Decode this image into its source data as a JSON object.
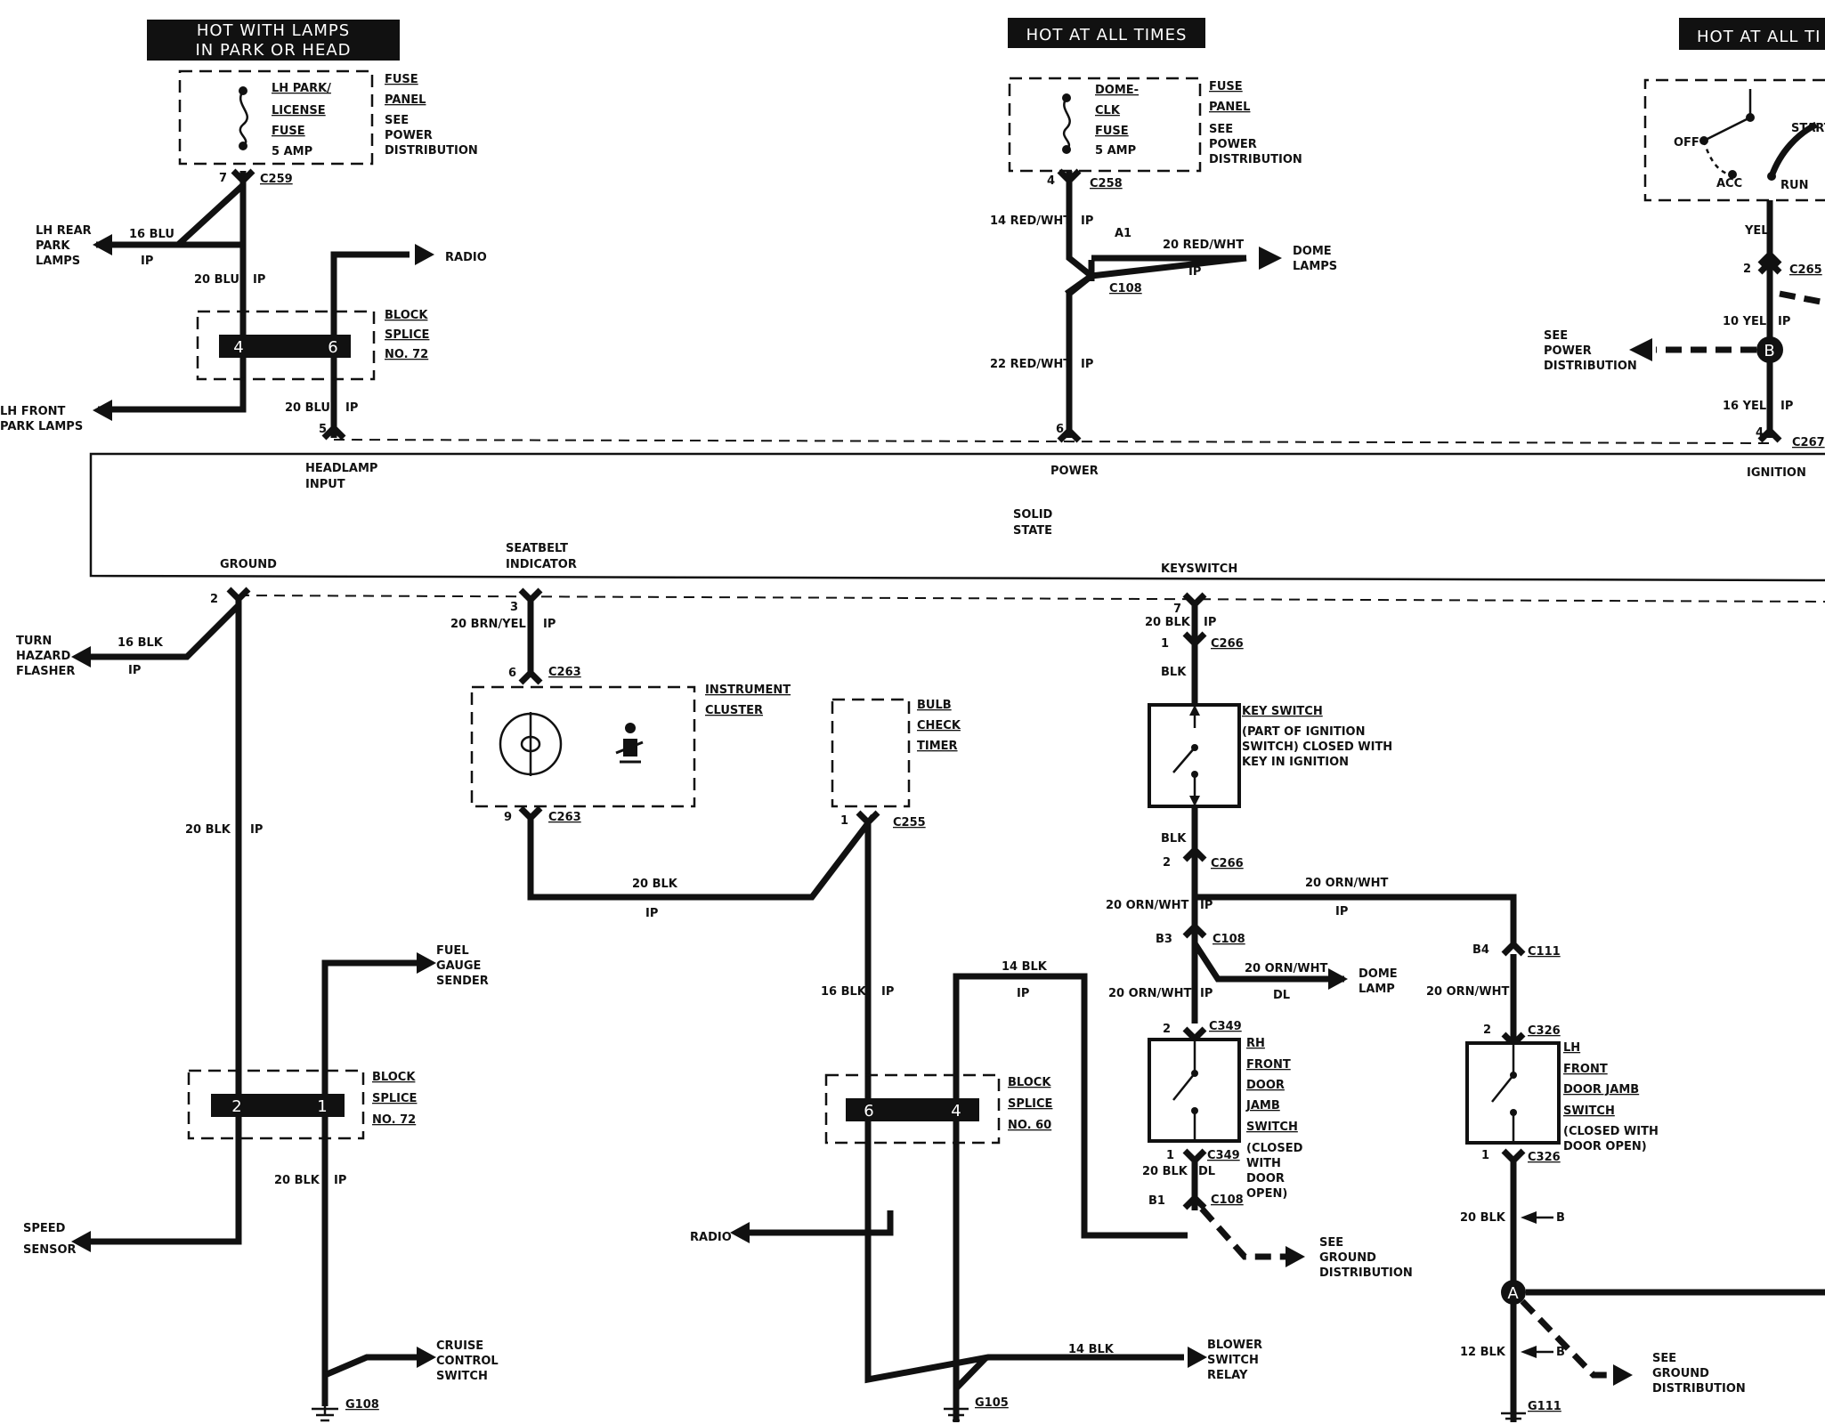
{
  "headers": {
    "park_head": [
      "HOT WITH LAMPS",
      "IN PARK OR HEAD"
    ],
    "all_times_1": "HOT AT ALL TIMES",
    "all_times_2": "HOT AT ALL TI"
  },
  "fuses": {
    "lh_park": {
      "lines": [
        "LH PARK/",
        "LICENSE",
        "FUSE",
        "5 AMP"
      ]
    },
    "dome_clk": {
      "lines": [
        "DOME-",
        "CLK",
        "FUSE",
        "5 AMP"
      ]
    },
    "fuse_panel_lines": [
      "FUSE",
      "PANEL",
      "SEE",
      "POWER",
      "DISTRIBUTION"
    ]
  },
  "ignition_switch": {
    "off": "OFF",
    "acc": "ACC",
    "run": "RUN",
    "start": "START"
  },
  "connectors": {
    "c259": "C259",
    "c258": "C258",
    "c265": "C265",
    "c267": "C267",
    "c108": "C108",
    "c263": "C263",
    "c255": "C255",
    "c266": "C266",
    "c111": "C111",
    "c349": "C349",
    "c326": "C326"
  },
  "pins": {
    "p7": "7",
    "p4": "4",
    "p2": "2",
    "p5": "5",
    "p6": "6",
    "p3": "3",
    "p9": "9",
    "p1": "1",
    "a1": "A1",
    "b3": "B3",
    "b4": "B4",
    "b1": "B1"
  },
  "wires": {
    "blu16": "16 BLU",
    "blu20": "20 BLU",
    "ip": "IP",
    "dl": "DL",
    "redwht14": "14 RED/WHT",
    "redwht20": "20 RED/WHT",
    "redwht22": "22 RED/WHT",
    "yel": "YEL",
    "yel10": "10 YEL",
    "yel16": "16 YEL",
    "blk16": "16 BLK",
    "blk20": "20 BLK",
    "blk14": "14 BLK",
    "blk12": "12 BLK",
    "blk": "BLK",
    "brnyel20": "20 BRN/YEL",
    "ornwht20": "20 ORN/WHT"
  },
  "destinations": {
    "lh_rear_park": [
      "LH REAR",
      "PARK",
      "LAMPS"
    ],
    "lh_front_park": [
      "LH FRONT",
      "PARK LAMPS"
    ],
    "radio": "RADIO",
    "dome_lamps": [
      "DOME",
      "LAMPS"
    ],
    "see_power": [
      "SEE",
      "POWER",
      "DISTRIBUTION"
    ],
    "turn_hazard": [
      "TURN",
      "HAZARD",
      "FLASHER"
    ],
    "fuel_gauge": [
      "FUEL",
      "GAUGE",
      "SENDER"
    ],
    "speed_sensor": [
      "SPEED",
      "SENSOR"
    ],
    "cruise_control": [
      "CRUISE",
      "CONTROL",
      "SWITCH"
    ],
    "dome_lamp": [
      "DOME",
      "LAMP"
    ],
    "see_ground": [
      "SEE",
      "GROUND",
      "DISTRIBUTION"
    ],
    "blower_relay": [
      "BLOWER",
      "SWITCH",
      "RELAY"
    ]
  },
  "module": {
    "headlamp_input": [
      "HEADLAMP",
      "INPUT"
    ],
    "power": "POWER",
    "ignition": "IGNITION",
    "solid_state": [
      "SOLID",
      "STATE"
    ],
    "ground": "GROUND",
    "seatbelt_indicator": [
      "SEATBELT",
      "INDICATOR"
    ],
    "keyswitch": "KEYSWITCH"
  },
  "components": {
    "block_splice_72": [
      "BLOCK",
      "SPLICE",
      "NO. 72"
    ],
    "block_splice_60": [
      "BLOCK",
      "SPLICE",
      "NO. 60"
    ],
    "instrument_cluster": [
      "INSTRUMENT",
      "CLUSTER"
    ],
    "bulb_check_timer": [
      "BULB",
      "CHECK",
      "TIMER"
    ],
    "key_switch": [
      "KEY SWITCH",
      "(PART OF IGNITION",
      " SWITCH) CLOSED WITH",
      "KEY IN IGNITION"
    ],
    "rh_door_switch": [
      "RH",
      "FRONT",
      "DOOR",
      "JAMB",
      "SWITCH",
      "(CLOSED",
      " WITH",
      " DOOR",
      " OPEN)"
    ],
    "lh_door_switch": [
      "LH",
      "FRONT",
      "DOOR JAMB",
      "SWITCH",
      "(CLOSED WITH",
      " DOOR OPEN)"
    ]
  },
  "splice_numbers": {
    "s72a_left": "4",
    "s72a_right": "6",
    "s72b_left": "2",
    "s72b_right": "1",
    "s60_left": "6",
    "s60_right": "4"
  },
  "grounds": {
    "g108": "G108",
    "g105": "G105",
    "g111": "G111"
  },
  "circle_labels": {
    "b": "B",
    "a": "A"
  },
  "arrow_refs": {
    "b": "B"
  }
}
